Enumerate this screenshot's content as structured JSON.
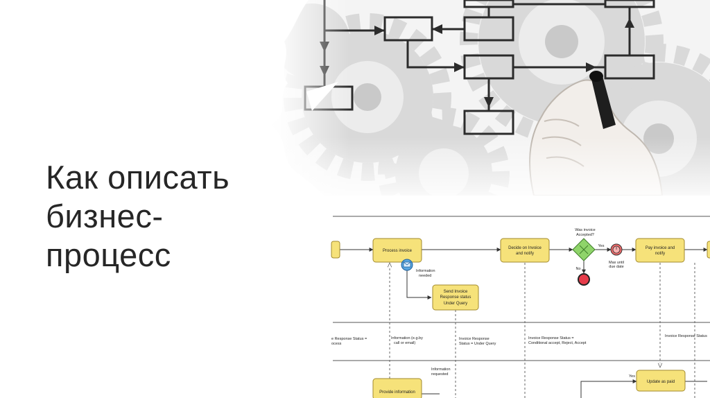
{
  "slide": {
    "title_lines": [
      "Как описать",
      "бизнес-",
      "процесс"
    ]
  },
  "photo": {
    "icon": "hand-drawing-flowchart-over-gears"
  },
  "diagram": {
    "tasks": {
      "process_invoice": "Process invoice",
      "decide_invoice": [
        "Decide on Invoice",
        "and notify"
      ],
      "pay_invoice": [
        "Pay invoice and",
        "notify"
      ],
      "send_invoice_response": [
        "Send Invoice",
        "Response status",
        "Under Query"
      ],
      "provide_information": "Provide information",
      "update_as_paid": "Update as paid"
    },
    "labels": {
      "was_invoice_accepted": [
        "Was invoice",
        "Accepted?"
      ],
      "yes_top": "Yes",
      "no": "No",
      "max_until_due": [
        "Max until",
        "due date"
      ],
      "information_needed": [
        "Information",
        "needed"
      ],
      "information_email": [
        "Information (e.g.by",
        "call or email)"
      ],
      "response_status_under_query": [
        "Invoice Response",
        "Status = Under Query"
      ],
      "response_status_conditional": [
        "Invoice Response Status =",
        "Conditional accept, Reject, Accept"
      ],
      "response_status_right": "Invoice Response Status",
      "response_status_left": [
        "e Response Status =",
        "ocess"
      ],
      "information_requested": [
        "Information",
        "requested"
      ],
      "yes_bottom": "Yes"
    }
  }
}
